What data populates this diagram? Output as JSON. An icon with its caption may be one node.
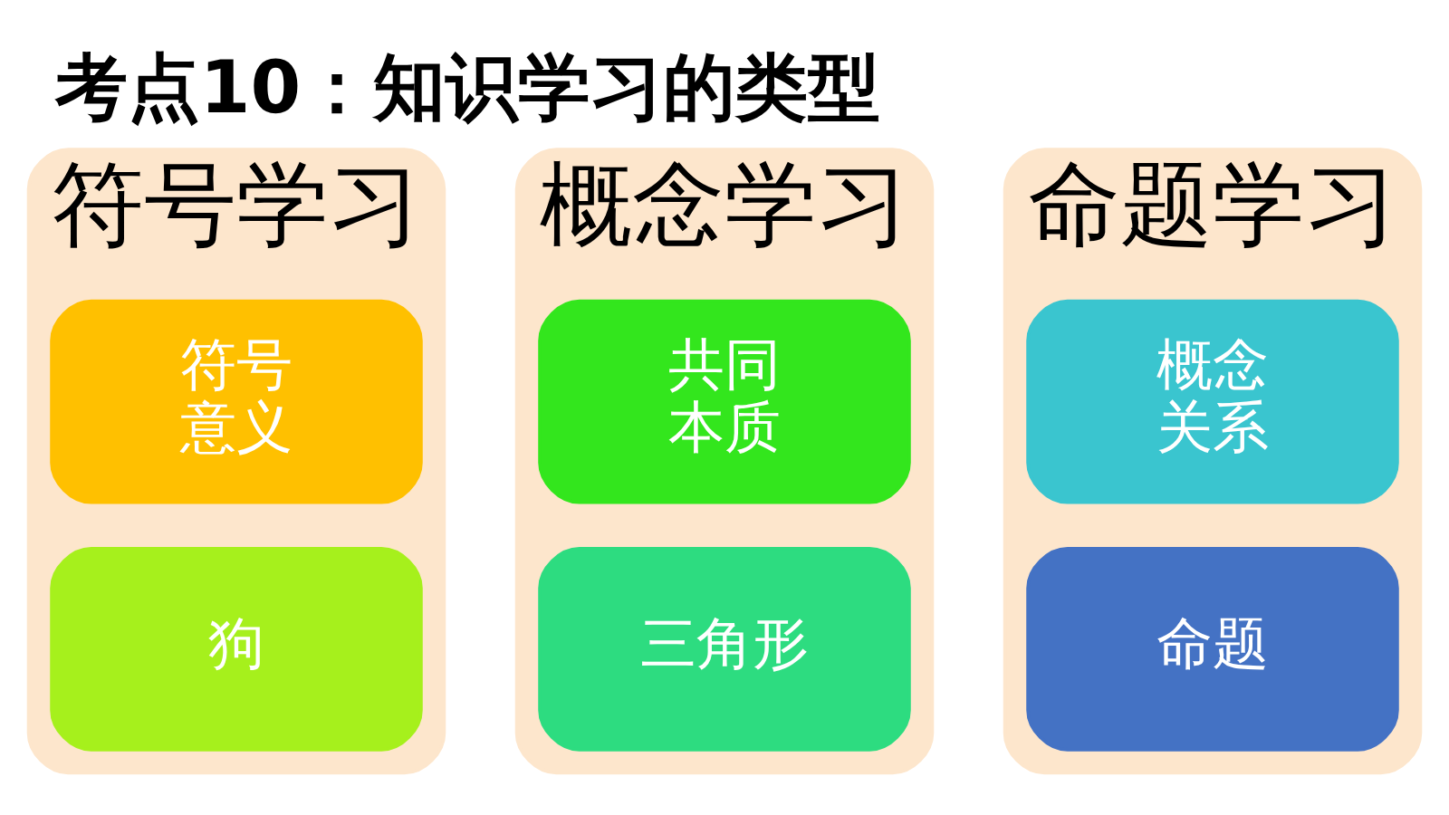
{
  "diagram": {
    "title": "考点10：知识学习的类型",
    "nodes": [
      {
        "text": [
          "符号学习"
        ]
      },
      {
        "text": [
          "符号意义"
        ],
        "in": 0
      },
      {
        "text": [
          "狗"
        ],
        "in": 0
      },
      {
        "text": [
          "概念学习"
        ]
      },
      {
        "text": [
          "共同本质"
        ],
        "in": 3
      },
      {
        "text": [
          "三角形"
        ],
        "in": 3
      },
      {
        "text": [
          "命题学习"
        ]
      },
      {
        "text": [
          "概念关系"
        ],
        "in": 6
      },
      {
        "text": [
          "命题"
        ],
        "in": 6
      }
    ]
  }
}
